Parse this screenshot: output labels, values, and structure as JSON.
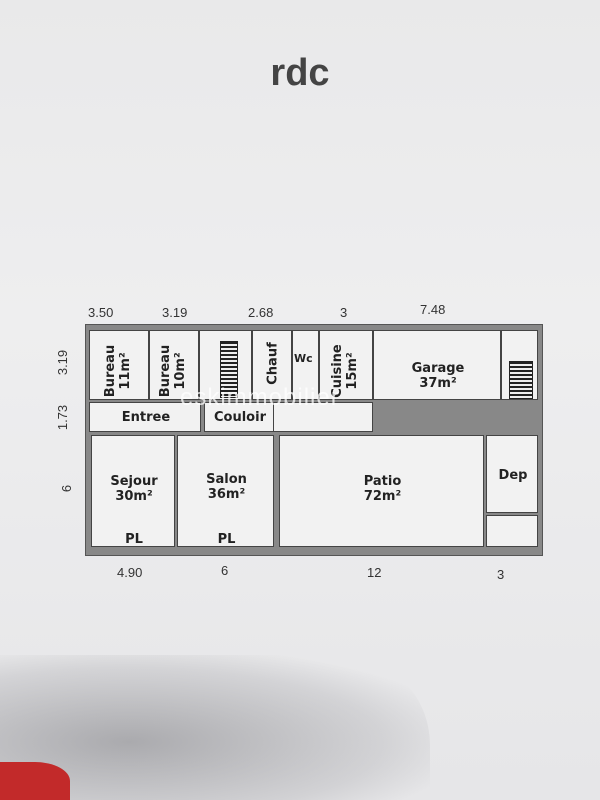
{
  "title": "rdc",
  "dimensions": {
    "top": [
      "3.50",
      "3.19",
      "2.68",
      "3",
      "7.48"
    ],
    "left": [
      "3.19",
      "1.73",
      "6"
    ],
    "bottom": [
      "4.90",
      "6",
      "12",
      "3"
    ]
  },
  "rooms": {
    "bureau1": {
      "name": "Bureau",
      "area": "11m²"
    },
    "bureau2": {
      "name": "Bureau",
      "area": "10m²"
    },
    "chauf": {
      "name": "Chauf"
    },
    "wc": {
      "name": "Wc"
    },
    "cuisine": {
      "name": "Cuisine",
      "area": "15m²"
    },
    "garage": {
      "name": "Garage",
      "area": "37m²"
    },
    "entree": {
      "name": "Entree"
    },
    "couloir": {
      "name": "Couloir"
    },
    "sejour": {
      "name": "Sejour",
      "area": "30m²"
    },
    "salon": {
      "name": "Salon",
      "area": "36m²"
    },
    "patio": {
      "name": "Patio",
      "area": "72m²"
    },
    "dep": {
      "name": "Dep"
    },
    "pl1": "PL",
    "pl2": "PL"
  },
  "watermark": "eskimmobilier"
}
